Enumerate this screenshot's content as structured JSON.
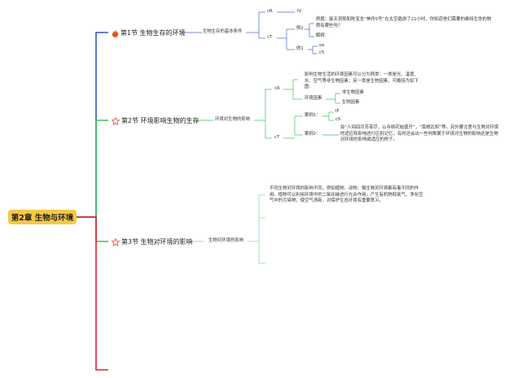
{
  "root": {
    "title": "第2章 生物与环境"
  },
  "sections": [
    {
      "title": "第1节 生物生存的环境",
      "icon": "flame-icon",
      "sub": "生物生存的基本条件",
      "items": {
        "cr": "cR",
        "iv": "IV",
        "ct": "cT",
        "ex1": "例2",
        "ex1_text": "例题：能天员随和陈宝坐“神舟5号”在太空遨游了21小时，你知道他们需要的维持生命的物质有哪些吗？",
        "ex1_ans": "解释：",
        "ex2": "例1",
        "oe": "oe",
        "c5": "c5"
      }
    },
    {
      "title": "第2节 环境影响生物的生存",
      "icon": "star-outline-icon",
      "sub": "环境对生物的影响",
      "items": {
        "cr": "cR",
        "cr_text": "影响生物生活的环境因素可以分为两类：一类是光、温度、水、空气等非生物因素；另一类是生物因素，可概括为如下图：",
        "factors": "环境因素",
        "abiotic": "非生物因素",
        "biotic": "生物因素",
        "ct": "cT",
        "case1": "案例1：",
        "iif": "IF",
        "c5": "c5",
        "case2": "案例2：",
        "case2_text": "如“人间四月芳菲尽，山寺桃花始盛开”，“南橘北枳”等。另外要注意与生物对环境的适应和影响进行区别记忆，有时还会出一些判断属于环境对生物的影响还是生物对环境的影响或适应的例子。"
      }
    },
    {
      "title": "第3节 生物对环境的影响",
      "icon": "star-outline-icon",
      "sub": "生物对环境的影响",
      "items": {
        "text": "不同生物对环境的影响不同。例如植物、动物、微生物对环境都有着不同的作用。植物可以利用环境中的二氧化碳进行光合作用，产生有机物和氧气，净化空气中的污染物，使空气清新，对保护生态环境有重要意义。"
      }
    }
  ],
  "colors": {
    "blue": "#2f55d4",
    "green": "#3cbf5a",
    "red": "#e0202e",
    "sub": "#7fd88f",
    "rootFill": "#f7c844",
    "flame": "#e8541c",
    "star": "#e04b3c"
  }
}
